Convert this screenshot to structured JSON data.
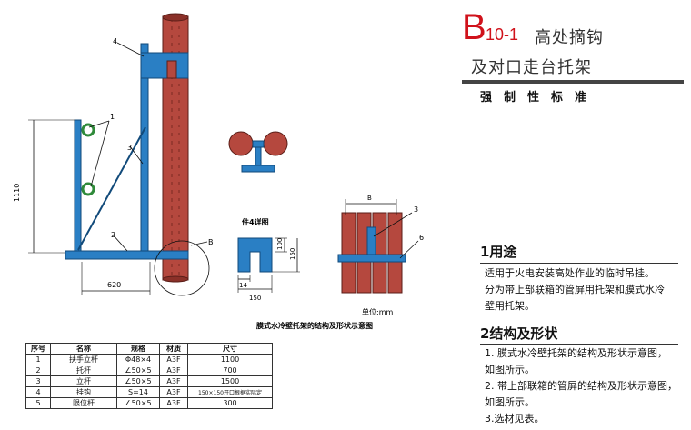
{
  "title": {
    "letter": "B",
    "code": "10-1",
    "line1": "高处摘钩",
    "line2": "及对口走台托架",
    "subtitle": "强制性标准"
  },
  "drawing": {
    "callouts": [
      "1",
      "2",
      "3",
      "4",
      "B",
      "3",
      "6"
    ],
    "height_dim": "1110",
    "width_dim": "620",
    "detail_title": "件4详图",
    "detail_dims": [
      "100",
      "150",
      "14",
      "150"
    ],
    "b_label": "B",
    "unit": "单位:mm",
    "caption": "膜式水冷壁托架的结构及形状示意图"
  },
  "sections": [
    {
      "heading": "1用途",
      "lines": [
        "适用于火电安装高处作业的临时吊挂。",
        "分为带上部联箱的管屏用托架和膜式水冷",
        "壁用托架。"
      ]
    },
    {
      "heading": "2结构及形状",
      "lines": [
        "1. 膜式水冷壁托架的结构及形状示意图，",
        "如图所示。",
        "2. 带上部联箱的管屏的结构及形状示意图，",
        "如图所示。",
        "3.选材见表。"
      ]
    }
  ],
  "table": {
    "headers": [
      "序号",
      "名称",
      "规格",
      "材质",
      "尺寸"
    ],
    "rows": [
      [
        "1",
        "扶手立杆",
        "Φ48×4",
        "A3F",
        "1100"
      ],
      [
        "2",
        "托杆",
        "∠50×5",
        "A3F",
        "700"
      ],
      [
        "3",
        "立杆",
        "∠50×5",
        "A3F",
        "1500"
      ],
      [
        "4",
        "挂钩",
        "S=14",
        "A3F",
        "150×150开口根据实际定"
      ],
      [
        "5",
        "限位杆",
        "∠50×5",
        "A3F",
        "300"
      ]
    ]
  },
  "colors": {
    "steel_blue": "#2a7fc4",
    "tube_red": "#b5483e",
    "title_red": "#d0121b",
    "ring_green": "#2f8a3a"
  }
}
